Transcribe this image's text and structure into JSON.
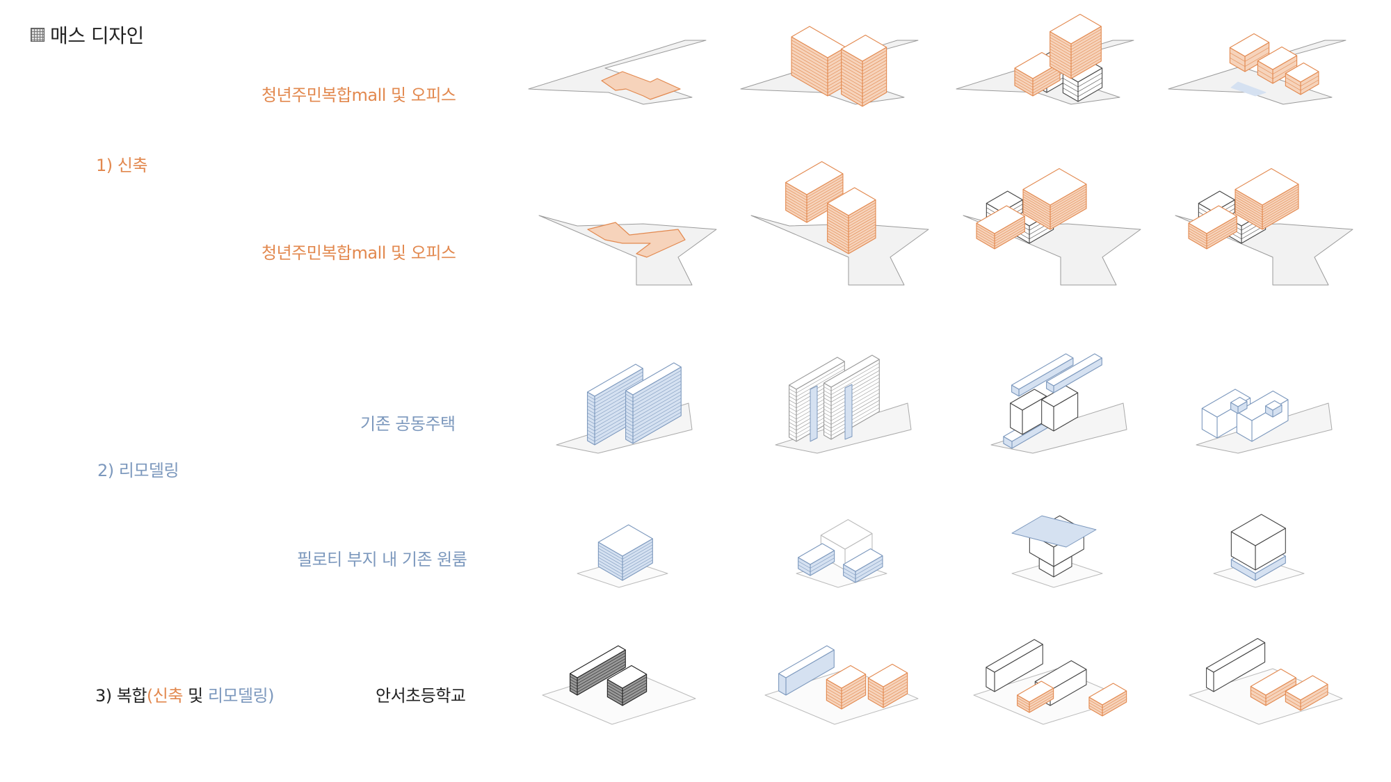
{
  "page": {
    "title": "매스 디자인",
    "title_icon": "grid-icon"
  },
  "sections": [
    {
      "label": "1) 신축",
      "color": "#e2884e",
      "rows": [
        {
          "label": "청년주민복합mall 및 오피스"
        },
        {
          "label": "청년주민복합mall 및 오피스"
        }
      ]
    },
    {
      "label": "2) 리모델링",
      "color": "#7c98bd",
      "rows": [
        {
          "label": "기존 공동주택"
        },
        {
          "label": "필로티 부지 내 기존 원룸"
        }
      ]
    },
    {
      "label_parts": [
        "3) 복합",
        "(",
        "신축",
        " 및 ",
        "리모델링",
        ")"
      ],
      "rows": [
        {
          "label": "안서초등학교"
        }
      ]
    }
  ],
  "colors": {
    "orange": "#e2884e",
    "orange_fill": "#f6d3bb",
    "blue": "#7c98bd",
    "blue_fill": "#d5e1f1",
    "site": "#f2f2f2",
    "dark": "#222222"
  }
}
